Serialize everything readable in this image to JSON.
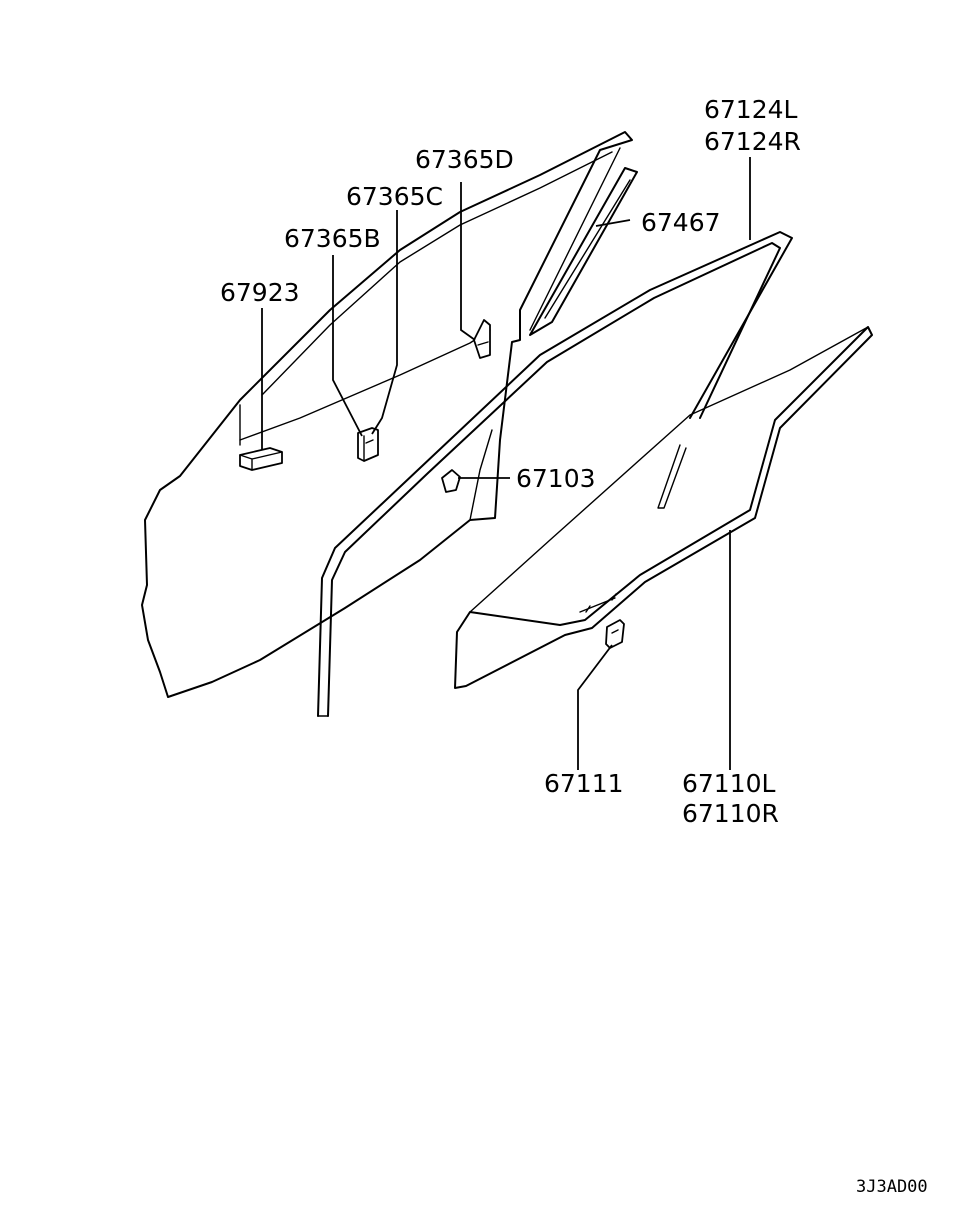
{
  "labels": {
    "p67124L": "67124L",
    "p67124R": "67124R",
    "p67365D": "67365D",
    "p67365C": "67365C",
    "p67365B": "67365B",
    "p67467": "67467",
    "p67923": "67923",
    "p67103": "67103",
    "p67111": "67111",
    "p67110L": "67110L",
    "p67110R": "67110R"
  },
  "diagram_code": "3J3AD00"
}
